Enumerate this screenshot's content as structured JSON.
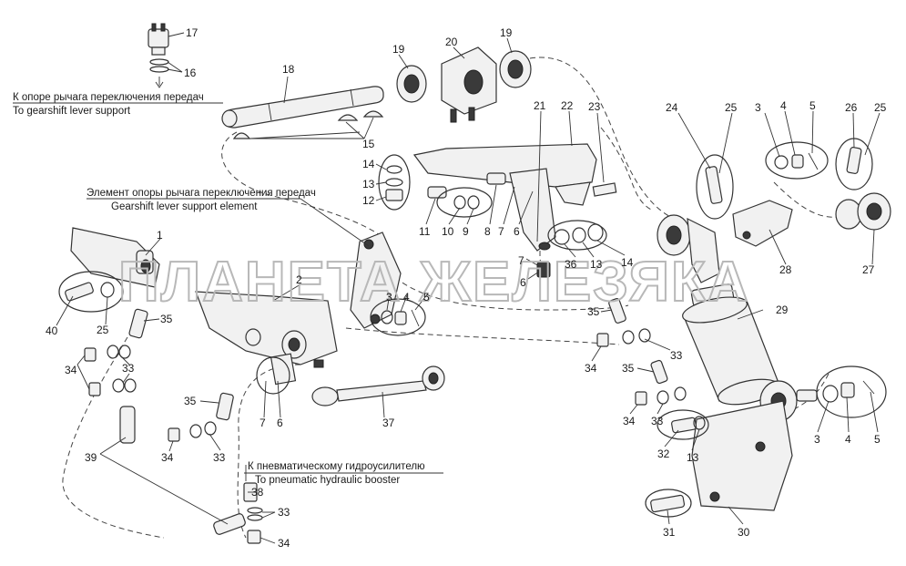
{
  "captions": {
    "gearshift_support_ru": "К опоре рычага переключения передач",
    "gearshift_support_en": "To gearshift lever support",
    "support_element_ru": "Элемент опоры рычага переключения передач",
    "support_element_en": "Gearshift lever support element",
    "booster_ru": "К пневматическому гидроусилителю",
    "booster_en": "To pneumatic hydraulic booster"
  },
  "watermark": "ПЛАНЕТА ЖЕЛЕЗЯКА",
  "callouts": [
    {
      "id": "c17",
      "text": "17"
    },
    {
      "id": "c16",
      "text": "16"
    },
    {
      "id": "c18",
      "text": "18"
    },
    {
      "id": "c19a",
      "text": "19"
    },
    {
      "id": "c20",
      "text": "20"
    },
    {
      "id": "c19b",
      "text": "19"
    },
    {
      "id": "c15",
      "text": "15"
    },
    {
      "id": "c14a",
      "text": "14"
    },
    {
      "id": "c13a",
      "text": "13"
    },
    {
      "id": "c12",
      "text": "12"
    },
    {
      "id": "c11",
      "text": "11"
    },
    {
      "id": "c10",
      "text": "10"
    },
    {
      "id": "c9",
      "text": "9"
    },
    {
      "id": "c8",
      "text": "8"
    },
    {
      "id": "c7a",
      "text": "7"
    },
    {
      "id": "c6a",
      "text": "6"
    },
    {
      "id": "c21",
      "text": "21"
    },
    {
      "id": "c22",
      "text": "22"
    },
    {
      "id": "c23",
      "text": "23"
    },
    {
      "id": "c36",
      "text": "36"
    },
    {
      "id": "c13b",
      "text": "13"
    },
    {
      "id": "c14b",
      "text": "14"
    },
    {
      "id": "c7b",
      "text": "7"
    },
    {
      "id": "c6b",
      "text": "6"
    },
    {
      "id": "c24",
      "text": "24"
    },
    {
      "id": "c25a",
      "text": "25"
    },
    {
      "id": "c3a",
      "text": "3"
    },
    {
      "id": "c4a",
      "text": "4"
    },
    {
      "id": "c5a",
      "text": "5"
    },
    {
      "id": "c26",
      "text": "26"
    },
    {
      "id": "c25b",
      "text": "25"
    },
    {
      "id": "c28",
      "text": "28"
    },
    {
      "id": "c27",
      "text": "27"
    },
    {
      "id": "c1",
      "text": "1"
    },
    {
      "id": "c2",
      "text": "2"
    },
    {
      "id": "c3b",
      "text": "3"
    },
    {
      "id": "c4b",
      "text": "4"
    },
    {
      "id": "c5b",
      "text": "5"
    },
    {
      "id": "c40",
      "text": "40"
    },
    {
      "id": "c25c",
      "text": "25"
    },
    {
      "id": "c35a",
      "text": "35"
    },
    {
      "id": "c34a",
      "text": "34"
    },
    {
      "id": "c33a",
      "text": "33"
    },
    {
      "id": "c7c",
      "text": "7"
    },
    {
      "id": "c6c",
      "text": "6"
    },
    {
      "id": "c37",
      "text": "37"
    },
    {
      "id": "c35b",
      "text": "35"
    },
    {
      "id": "c34b",
      "text": "34"
    },
    {
      "id": "c33b",
      "text": "33"
    },
    {
      "id": "c39",
      "text": "39"
    },
    {
      "id": "c38",
      "text": "38"
    },
    {
      "id": "c33c",
      "text": "33"
    },
    {
      "id": "c34c",
      "text": "34"
    },
    {
      "id": "c35c",
      "text": "35"
    },
    {
      "id": "c33d",
      "text": "33"
    },
    {
      "id": "c34d",
      "text": "34"
    },
    {
      "id": "c35d",
      "text": "35"
    },
    {
      "id": "c33e",
      "text": "33"
    },
    {
      "id": "c34e",
      "text": "34"
    },
    {
      "id": "c29",
      "text": "29"
    },
    {
      "id": "c32",
      "text": "32"
    },
    {
      "id": "c13c",
      "text": "13"
    },
    {
      "id": "c3c",
      "text": "3"
    },
    {
      "id": "c4c",
      "text": "4"
    },
    {
      "id": "c5c",
      "text": "5"
    },
    {
      "id": "c31",
      "text": "31"
    },
    {
      "id": "c30",
      "text": "30"
    }
  ]
}
